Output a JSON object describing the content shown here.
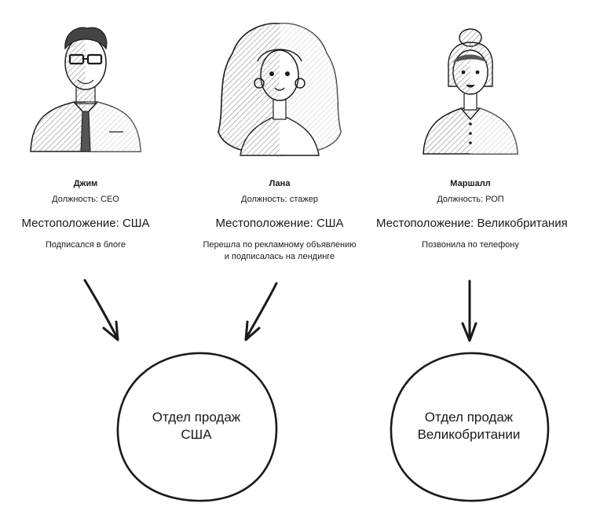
{
  "people": [
    {
      "name": "Джим",
      "role": "Должность: CEO",
      "location": "Местоположение: США",
      "source": "Подписался в блоге",
      "avatar_icon": "man-with-glasses-sketch-icon"
    },
    {
      "name": "Лана",
      "role": "Должность: стажер",
      "location": "Местоположение: США",
      "source": "Перешла по рекламному объявлению\nи подписалась на лендинге",
      "avatar_icon": "woman-with-curly-hair-sketch-icon"
    },
    {
      "name": "Маршалл",
      "role": "Должность: РОП",
      "location": "Местоположение: Великобритания",
      "source": "Позвонила по телефону",
      "avatar_icon": "woman-with-hair-bun-sketch-icon"
    }
  ],
  "departments": [
    {
      "label": "Отдел продаж\nСША"
    },
    {
      "label": "Отдел продаж\nВеликобритании"
    }
  ],
  "colors": {
    "ink": "#1a1a1a",
    "hatch": "#8a8a8a",
    "background": "#ffffff"
  }
}
